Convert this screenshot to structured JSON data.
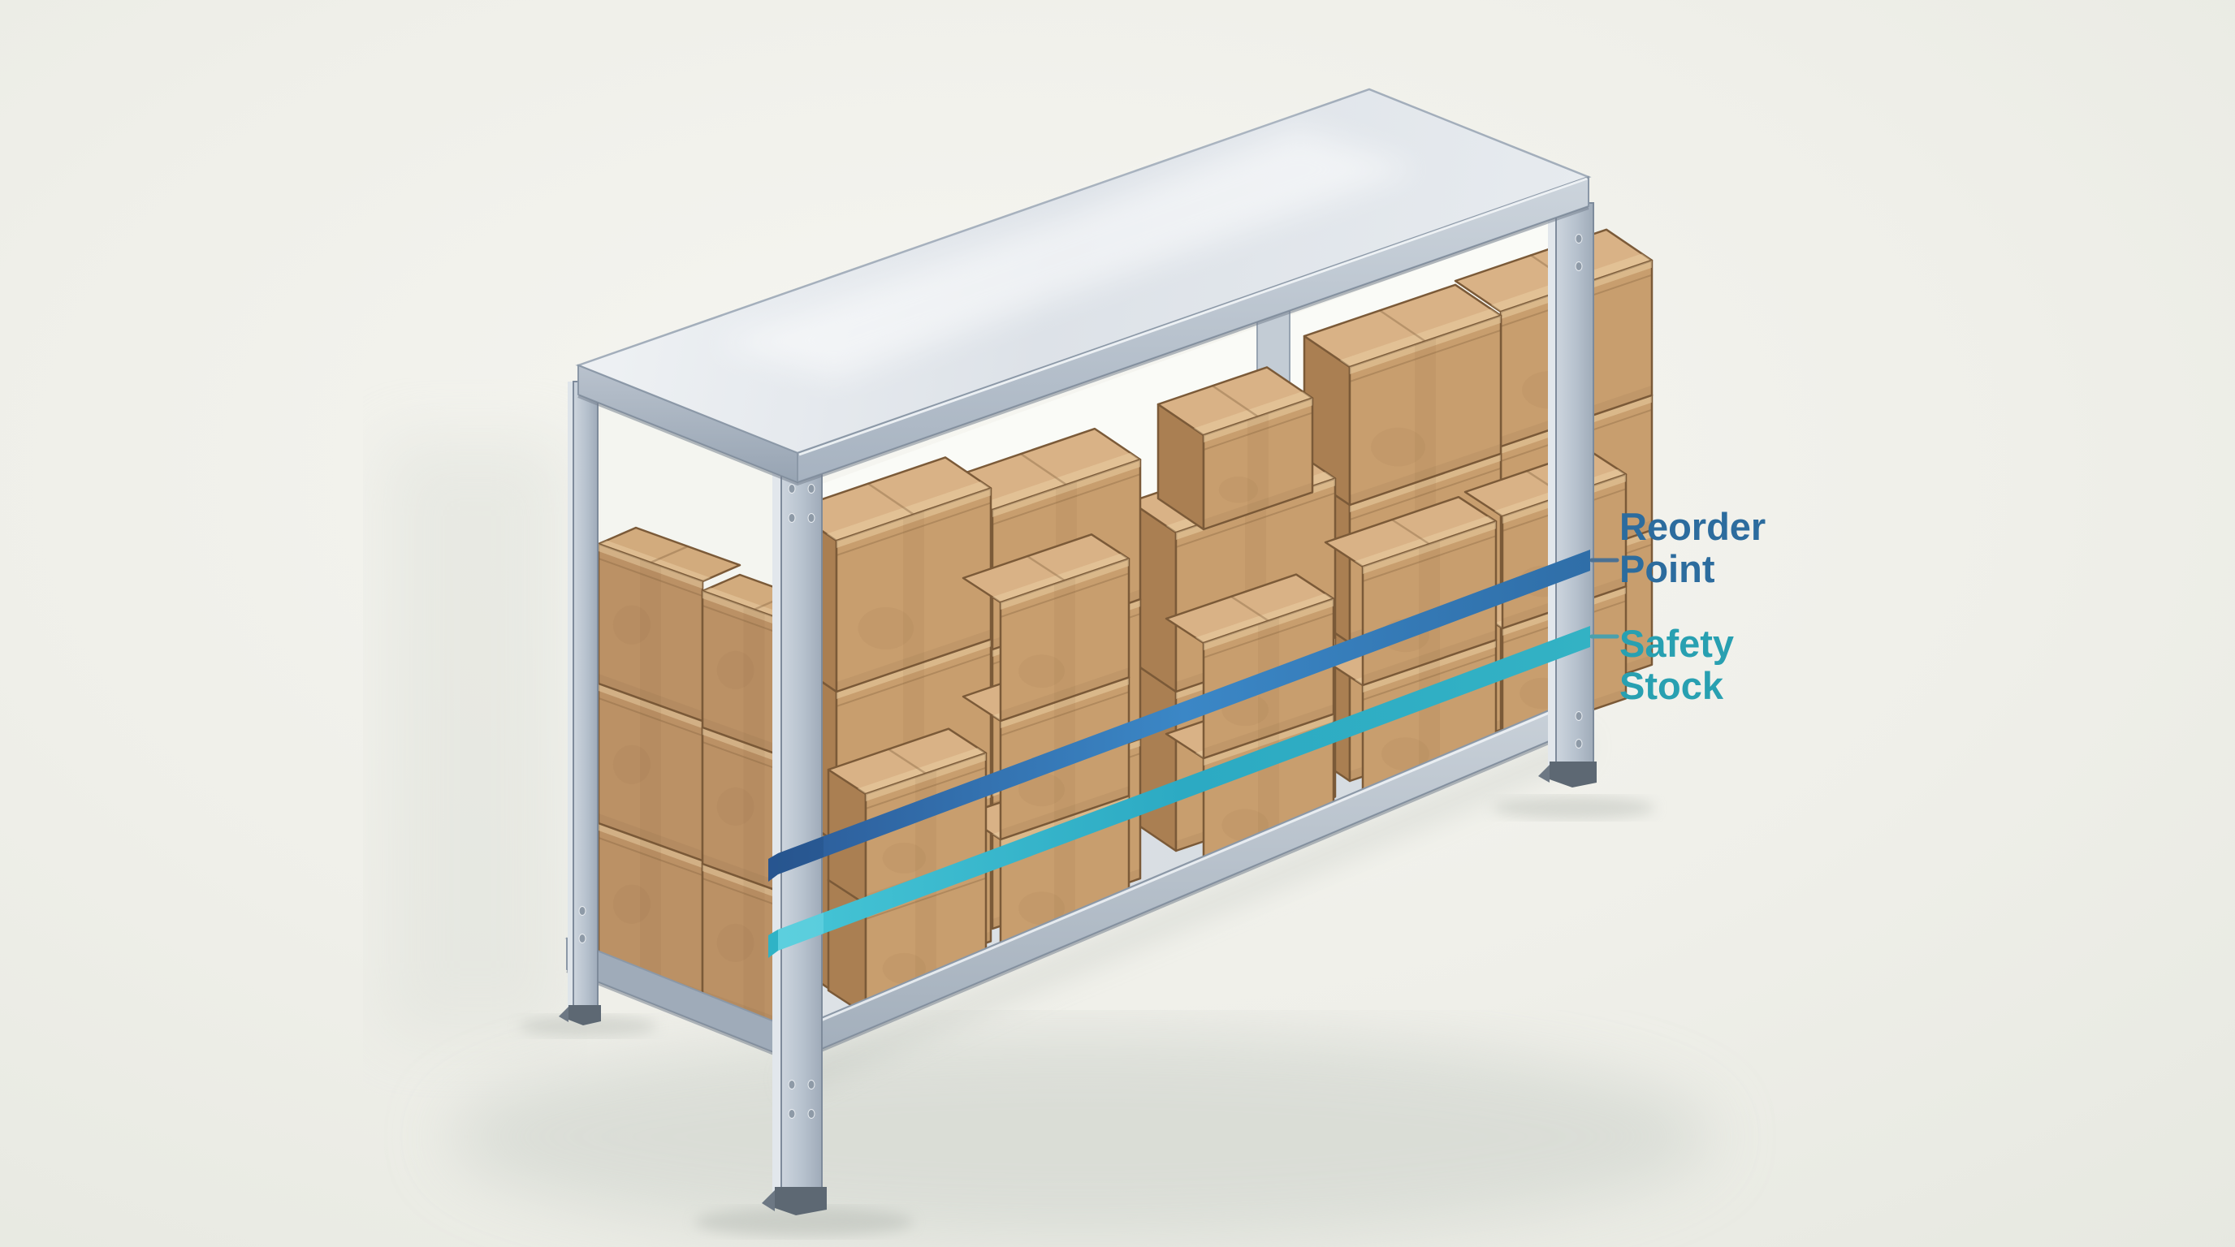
{
  "scene": {
    "kind": "inventory-shelf-illustration",
    "background_center": "#f5f5f0",
    "background_edge": "#e7e9e1"
  },
  "annotations": {
    "reorder_point": {
      "label": "Reorder Point",
      "line1": "Reorder",
      "line2": "Point",
      "text_color": "#2c6c9e",
      "band": {
        "start": "#2c5c99",
        "mid": "#3b87c6",
        "end": "#2f6ea8"
      },
      "tick_color": "#4c7193"
    },
    "safety_stock": {
      "label": "Safety Stock",
      "line1": "Safety",
      "line2": "Stock",
      "text_color": "#28a0b1",
      "band": {
        "start": "#46c5d6",
        "mid": "#2caac3",
        "end": "#33b2c4"
      },
      "tick_color": "#4aa0ad"
    }
  },
  "shelf_colors": {
    "metal_light": "#e6eaef",
    "metal_mid": "#b9c3cf",
    "metal_dark": "#8793a2",
    "foot": "#5d6873"
  },
  "box_colors": {
    "front": "#c89e6e",
    "top": "#d9b286",
    "side": "#aa7f52",
    "outline": "#7b5a38",
    "highlight": "#f0d8ac",
    "side_front": "#bb9165",
    "side_top": "#d2ab7d",
    "side_side": "#a37a4f"
  }
}
